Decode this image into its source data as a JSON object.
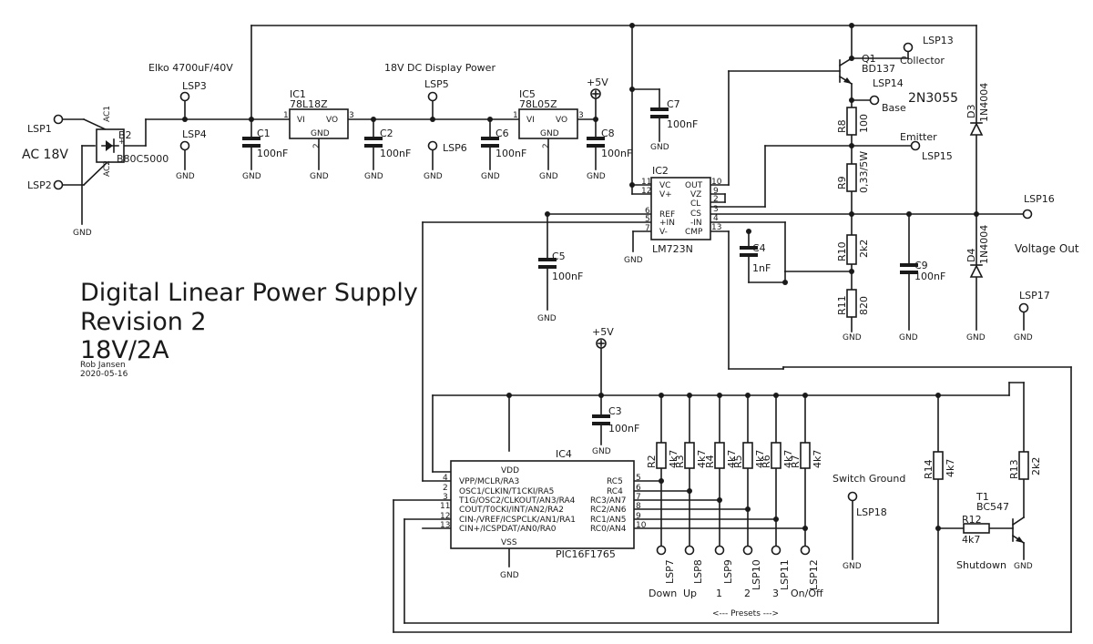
{
  "title": {
    "line1": "Digital Linear Power Supply",
    "line2": "Revision 2",
    "line3": "18V/2A",
    "author": "Rob Jansen",
    "date": "2020-05-16"
  },
  "labels": {
    "ac_in": "AC 18V",
    "elko": "Elko 4700uF/40V",
    "display_power": "18V DC Display Power",
    "voltage_out": "Voltage Out",
    "q2": "2N3055",
    "collector": "Collector",
    "base": "Base",
    "emitter": "Emitter",
    "switch_ground": "Switch Ground",
    "shutdown": "Shutdown",
    "presets": "<--- Presets --->",
    "btn_down": "Down",
    "btn_up": "Up",
    "btn_1": "1",
    "btn_2": "2",
    "btn_3": "3",
    "btn_onoff": "On/Off"
  },
  "nets": {
    "gnd": "GND",
    "vcc5": "+5V"
  },
  "testpoints": {
    "lsp1": "LSP1",
    "lsp2": "LSP2",
    "lsp3": "LSP3",
    "lsp4": "LSP4",
    "lsp5": "LSP5",
    "lsp6": "LSP6",
    "lsp7": "LSP7",
    "lsp8": "LSP8",
    "lsp9": "LSP9",
    "lsp10": "LSP10",
    "lsp11": "LSP11",
    "lsp12": "LSP12",
    "lsp13": "LSP13",
    "lsp14": "LSP14",
    "lsp15": "LSP15",
    "lsp16": "LSP16",
    "lsp17": "LSP17",
    "lsp18": "LSP18"
  },
  "bridge": {
    "ref": "B2",
    "value": "B80C5000",
    "ac1": "AC1",
    "ac2": "AC2",
    "plus": "+",
    "minus": "-"
  },
  "ic1": {
    "ref": "IC1",
    "value": "78L18Z",
    "vi": "VI",
    "vo": "VO",
    "gnd": "GND",
    "p1": "1",
    "p2": "2",
    "p3": "3"
  },
  "ic5": {
    "ref": "IC5",
    "value": "78L05Z",
    "vi": "VI",
    "vo": "VO",
    "gnd": "GND",
    "p1": "1",
    "p2": "2",
    "p3": "3"
  },
  "ic2": {
    "ref": "IC2",
    "value": "LM723N",
    "pins_left": [
      {
        "num": "11",
        "name": "VC"
      },
      {
        "num": "12",
        "name": "V+"
      },
      {
        "num": "6",
        "name": "REF"
      },
      {
        "num": "5",
        "name": "+IN"
      },
      {
        "num": "7",
        "name": "V-"
      }
    ],
    "pins_right": [
      {
        "num": "10",
        "name": "OUT"
      },
      {
        "num": "9",
        "name": "VZ"
      },
      {
        "num": "2",
        "name": "CL"
      },
      {
        "num": "3",
        "name": "CS"
      },
      {
        "num": "4",
        "name": "-IN"
      },
      {
        "num": "13",
        "name": "CMP"
      }
    ]
  },
  "ic4": {
    "ref": "IC4",
    "value": "PIC16F1765",
    "vdd": "VDD",
    "vss": "VSS",
    "pins_left": [
      {
        "num": "4",
        "name": "VPP/MCLR/RA3"
      },
      {
        "num": "2",
        "name": "OSC1/CLKIN/T1CKI/RA5"
      },
      {
        "num": "3",
        "name": "T1G/OSC2/CLKOUT/AN3/RA4"
      },
      {
        "num": "11",
        "name": "COUT/T0CKI/INT/AN2/RA2"
      },
      {
        "num": "12",
        "name": "CIN-/VREF/ICSPCLK/AN1/RA1"
      },
      {
        "num": "13",
        "name": "CIN+/ICSPDAT/AN0/RA0"
      }
    ],
    "pins_right": [
      {
        "num": "5",
        "name": "RC5"
      },
      {
        "num": "6",
        "name": "RC4"
      },
      {
        "num": "7",
        "name": "RC3/AN7"
      },
      {
        "num": "8",
        "name": "RC2/AN6"
      },
      {
        "num": "9",
        "name": "RC1/AN5"
      },
      {
        "num": "10",
        "name": "RC0/AN4"
      }
    ]
  },
  "caps": {
    "c1": {
      "ref": "C1",
      "value": "100nF"
    },
    "c2": {
      "ref": "C2",
      "value": "100nF"
    },
    "c3": {
      "ref": "C3",
      "value": "100nF"
    },
    "c4": {
      "ref": "C4",
      "value": "1nF"
    },
    "c5": {
      "ref": "C5",
      "value": "100nF"
    },
    "c6": {
      "ref": "C6",
      "value": "100nF"
    },
    "c7": {
      "ref": "C7",
      "value": "100nF"
    },
    "c8": {
      "ref": "C8",
      "value": "100nF"
    },
    "c9": {
      "ref": "C9",
      "value": "100nF"
    }
  },
  "resistors": {
    "r2": {
      "ref": "R2",
      "value": "4k7"
    },
    "r3": {
      "ref": "R3",
      "value": "4k7"
    },
    "r4": {
      "ref": "R4",
      "value": "4k7"
    },
    "r5": {
      "ref": "R5",
      "value": "4k7"
    },
    "r6": {
      "ref": "R6",
      "value": "4k7"
    },
    "r7": {
      "ref": "R7",
      "value": "4k7"
    },
    "r8": {
      "ref": "R8",
      "value": "100"
    },
    "r9": {
      "ref": "R9",
      "value": "0,33/5W"
    },
    "r10": {
      "ref": "R10",
      "value": "2k2"
    },
    "r11": {
      "ref": "R11",
      "value": "820"
    },
    "r12": {
      "ref": "R12",
      "value": "4k7"
    },
    "r13": {
      "ref": "R13",
      "value": "2k2"
    },
    "r14": {
      "ref": "R14",
      "value": "4k7"
    }
  },
  "diodes": {
    "d3": {
      "ref": "D3",
      "value": "1N4004"
    },
    "d4": {
      "ref": "D4",
      "value": "1N4004"
    }
  },
  "transistors": {
    "q1": {
      "ref": "Q1",
      "value": "BD137"
    },
    "t1": {
      "ref": "T1",
      "value": "BC547"
    }
  }
}
